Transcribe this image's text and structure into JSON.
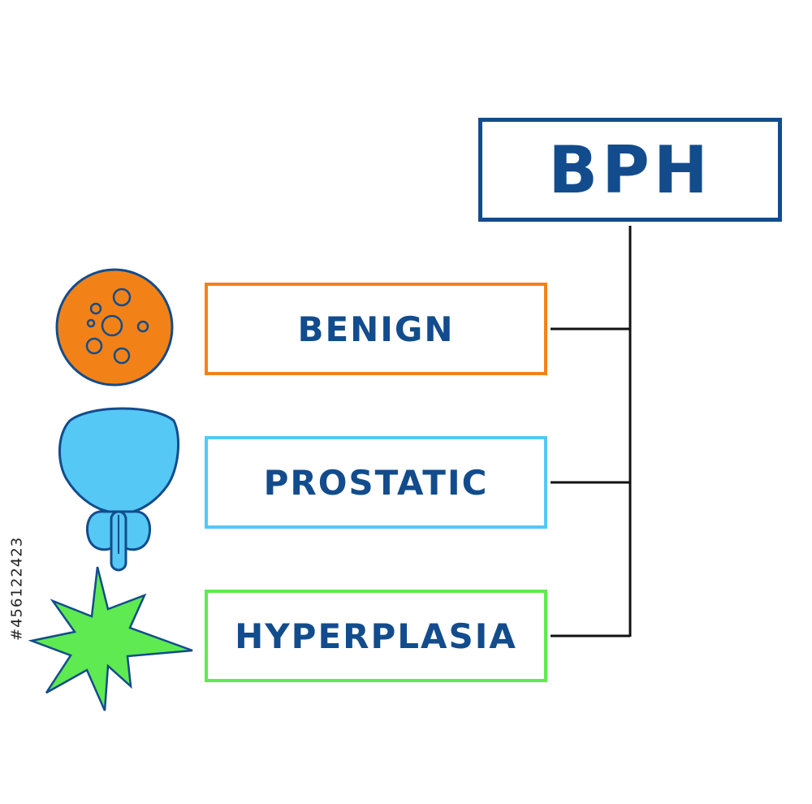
{
  "title": "BPH",
  "terms": [
    {
      "label": "BENIGN"
    },
    {
      "label": "PROSTATIC"
    },
    {
      "label": "HYPERPLASIA"
    }
  ],
  "icons": [
    "cell-icon",
    "prostate-icon",
    "burst-icon"
  ],
  "colors": {
    "text": "#124c8c",
    "benign": "#f28218",
    "prostatic": "#55c8f5",
    "hyperplasia": "#5eea50"
  },
  "stock_id": "#456122423"
}
